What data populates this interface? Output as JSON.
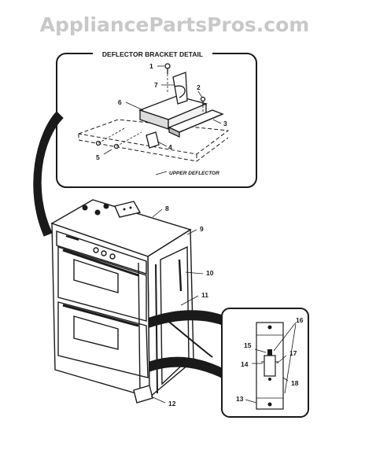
{
  "watermark": "AppliancePartsPros.com",
  "detail_title": "DEFLECTOR BRACKET DETAIL",
  "upper_deflector_label": "UPPER DEFLECTOR",
  "callouts": [
    "1",
    "2",
    "3",
    "4",
    "5",
    "6",
    "7",
    "8",
    "9",
    "10",
    "11",
    "12",
    "13",
    "14",
    "15",
    "16",
    "17",
    "18"
  ],
  "footer_code": "",
  "colors": {
    "ink": "#1a1a1a",
    "watermark": "#c8c8c8",
    "background": "#ffffff"
  }
}
